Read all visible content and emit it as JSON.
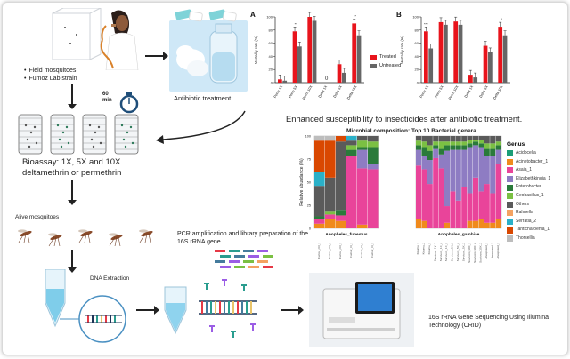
{
  "labels": {
    "sources": [
      "Field mosquitoes,",
      "Fumoz Lab strain"
    ],
    "timer": "60 min",
    "antibiotic": "Antibiotic treatment",
    "bioassay": "Bioassay: 1X, 5X and 10X deltamethrin or permethrin",
    "alive": "Alive mosquitoes",
    "dna": "DNA Extraction",
    "pcr": "PCR amplification and library preparation of the 16S rRNA gene",
    "enhanced": "Enhanced susceptibility to insecticides after antibiotic treatment.",
    "sequencing": "16S rRNA Gene Sequencing Using Illumina Technology (CRID)"
  },
  "colors": {
    "treated": "#e8141c",
    "untreated": "#666666"
  },
  "icons": [
    "mosquito-icon",
    "stopwatch-icon",
    "cotton-icon",
    "vial-icon",
    "tube-icon",
    "dna-icon",
    "sequencer-icon"
  ],
  "chart_data": [
    {
      "panel": "A",
      "type": "bar",
      "ylabel": "Mortality rate (%)",
      "ylim": [
        0,
        100
      ],
      "categories": [
        "Perm 1X",
        "Perm 5X",
        "Perm 10X",
        "Delta 1X",
        "Delta 5X",
        "Delta 10X"
      ],
      "series": [
        {
          "name": "Treated",
          "values": [
            5,
            78,
            100,
            0,
            28,
            90
          ]
        },
        {
          "name": "Untreated",
          "values": [
            3,
            55,
            94,
            0,
            15,
            72
          ]
        }
      ],
      "annotations": [
        "**",
        "0",
        "*"
      ]
    },
    {
      "panel": "B",
      "type": "bar",
      "ylabel": "Mortality rate (%)",
      "ylim": [
        0,
        100
      ],
      "categories": [
        "Perm 1X",
        "Perm 5X",
        "Perm 10X",
        "Delta 1X",
        "Delta 5X",
        "Delta 10X"
      ],
      "series": [
        {
          "name": "Treated",
          "values": [
            78,
            92,
            93,
            12,
            56,
            85
          ]
        },
        {
          "name": "Untreated",
          "values": [
            52,
            88,
            88,
            8,
            46,
            72
          ]
        }
      ],
      "annotations": [
        "***",
        "*"
      ]
    },
    {
      "type": "bar",
      "stacked": true,
      "title": "Microbial composition: Top 10 Bacterial genera",
      "ylabel": "Relative abundance (%)",
      "ylim": [
        0,
        100
      ],
      "legend_title": "Genus",
      "legend_position": "right",
      "genera": [
        "Acidocella",
        "Acinetobacter_1",
        "Asaia_1",
        "Elizabethkingia_1",
        "Enterobacter",
        "Geobacillus_1",
        "Others",
        "Rahnella",
        "Serratia_2",
        "Tanticharoenia_1",
        "Thorsellia"
      ],
      "genus_colors": [
        "#1b9e77",
        "#f08a1c",
        "#e9449a",
        "#8e7cc3",
        "#2a7a3a",
        "#7bc043",
        "#5a5a5a",
        "#f4a261",
        "#2ab0c8",
        "#d94801",
        "#bdbdbd"
      ],
      "groups": [
        {
          "name": "Anopheles_funestus",
          "samples": [
            {
              "label": "Fumoz_ctrl_1",
              "values": [
                0,
                5,
                5,
                0,
                3,
                0,
                33,
                0,
                15,
                34,
                5
              ]
            },
            {
              "label": "Fumoz_ctrl_2",
              "values": [
                0,
                10,
                5,
                0,
                0,
                3,
                37,
                0,
                0,
                40,
                5
              ]
            },
            {
              "label": "Fumoz_ctrl_3",
              "values": [
                0,
                8,
                6,
                0,
                6,
                0,
                74,
                0,
                0,
                6,
                0
              ]
            },
            {
              "label": "Fumoz_trt_1",
              "values": [
                0,
                0,
                78,
                0,
                7,
                5,
                5,
                0,
                5,
                0,
                0
              ]
            },
            {
              "label": "Fumoz_trt_2",
              "values": [
                0,
                4,
                61,
                20,
                3,
                7,
                5,
                0,
                0,
                0,
                0
              ]
            },
            {
              "label": "Fumoz_trt_3",
              "values": [
                0,
                0,
                64,
                6,
                18,
                6,
                6,
                0,
                0,
                0,
                0
              ]
            }
          ]
        },
        {
          "name": "Anopheles_gambiae",
          "samples": [
            {
              "label": "Kisumu_1",
              "values": [
                0,
                10,
                58,
                17,
                5,
                5,
                5,
                0,
                0,
                0,
                0
              ]
            },
            {
              "label": "Kisumu_2",
              "values": [
                0,
                8,
                56,
                14,
                10,
                6,
                6,
                0,
                0,
                0,
                0
              ]
            },
            {
              "label": "Kisumu_3",
              "values": [
                0,
                0,
                48,
                26,
                10,
                6,
                10,
                0,
                0,
                0,
                0
              ]
            },
            {
              "label": "Survivors_1X_1",
              "values": [
                0,
                0,
                76,
                10,
                4,
                4,
                6,
                0,
                0,
                0,
                0
              ]
            },
            {
              "label": "Survivors_1X_2",
              "values": [
                0,
                0,
                65,
                15,
                6,
                8,
                6,
                0,
                0,
                0,
                0
              ]
            },
            {
              "label": "Survivors_1X_3",
              "values": [
                0,
                6,
                18,
                60,
                6,
                4,
                6,
                0,
                0,
                0,
                0
              ]
            },
            {
              "label": "Survivors_5X_1",
              "values": [
                0,
                0,
                40,
                45,
                5,
                4,
                6,
                0,
                0,
                0,
                0
              ]
            },
            {
              "label": "Survivors_5X_2",
              "values": [
                0,
                0,
                30,
                55,
                5,
                4,
                6,
                0,
                0,
                0,
                0
              ]
            },
            {
              "label": "Survivors_5X_3",
              "values": [
                0,
                0,
                45,
                40,
                5,
                4,
                6,
                0,
                0,
                0,
                0
              ]
            },
            {
              "label": "Survivors_10X_1",
              "values": [
                0,
                8,
                30,
                50,
                4,
                4,
                4,
                0,
                0,
                0,
                0
              ]
            },
            {
              "label": "Survivors_10X_2",
              "values": [
                0,
                8,
                47,
                35,
                4,
                2,
                4,
                0,
                0,
                0,
                0
              ]
            },
            {
              "label": "Survivors_10X_3",
              "values": [
                0,
                10,
                30,
                48,
                4,
                4,
                4,
                0,
                0,
                0,
                0
              ]
            },
            {
              "label": "Unexposed_1",
              "values": [
                0,
                6,
                42,
                30,
                8,
                6,
                8,
                0,
                0,
                0,
                0
              ]
            },
            {
              "label": "Unexposed_2",
              "values": [
                0,
                6,
                32,
                40,
                8,
                6,
                8,
                0,
                0,
                0,
                0
              ]
            },
            {
              "label": "Unexposed_3",
              "values": [
                0,
                10,
                60,
                15,
                5,
                4,
                6,
                0,
                0,
                0,
                0
              ]
            }
          ]
        }
      ]
    }
  ]
}
